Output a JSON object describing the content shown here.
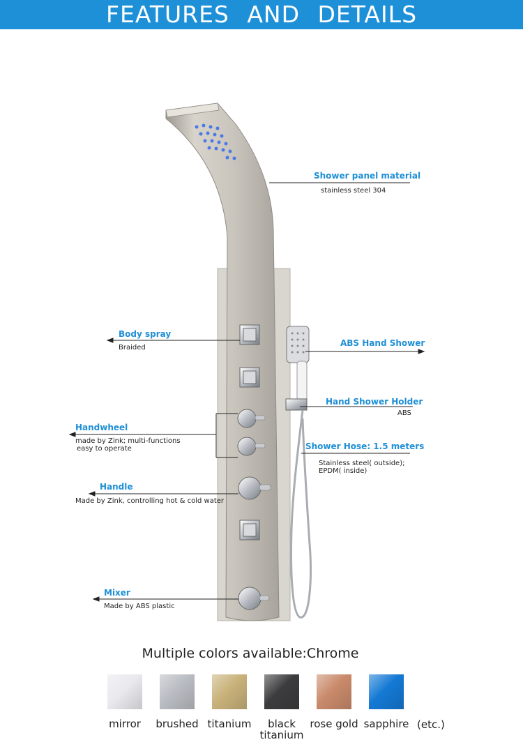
{
  "header": {
    "title": "FEATURES AND DETAILS",
    "color": "#1e90d8"
  },
  "callouts": {
    "shower_panel": {
      "label": "Shower panel material",
      "desc": "stainless steel 304"
    },
    "body_spray": {
      "label": "Body spray",
      "desc": "Braided"
    },
    "abs_hand_shower": {
      "label": "ABS Hand Shower"
    },
    "hand_shower_holder": {
      "label": "Hand Shower Holder",
      "desc": "ABS"
    },
    "handwheel": {
      "label": "Handwheel",
      "desc1": "made by Zink;  multi-functions",
      "desc2": "easy to operate"
    },
    "shower_hose": {
      "label": "Shower Hose: 1.5 meters",
      "desc1": "Stainless steel( outside);",
      "desc2": "EPDM( inside)"
    },
    "handle": {
      "label": "Handle",
      "desc": "Made by Zink, controlling hot & cold water"
    },
    "mixer": {
      "label": "Mixer",
      "desc": "Made by ABS plastic"
    }
  },
  "colors": {
    "title": "Multiple colors available:Chrome",
    "swatches": [
      {
        "name": "mirror",
        "color": "#e9e9ee"
      },
      {
        "name": "brushed",
        "color": "#b9bcc2"
      },
      {
        "name": "titanium",
        "color": "#c9b27a"
      },
      {
        "name": "black",
        "name2": "titanium",
        "color": "#3c3c3e"
      },
      {
        "name": "rose gold",
        "color": "#c98a6b"
      },
      {
        "name": "sapphire",
        "color": "#1479d4"
      }
    ],
    "etc": "(etc.)"
  }
}
